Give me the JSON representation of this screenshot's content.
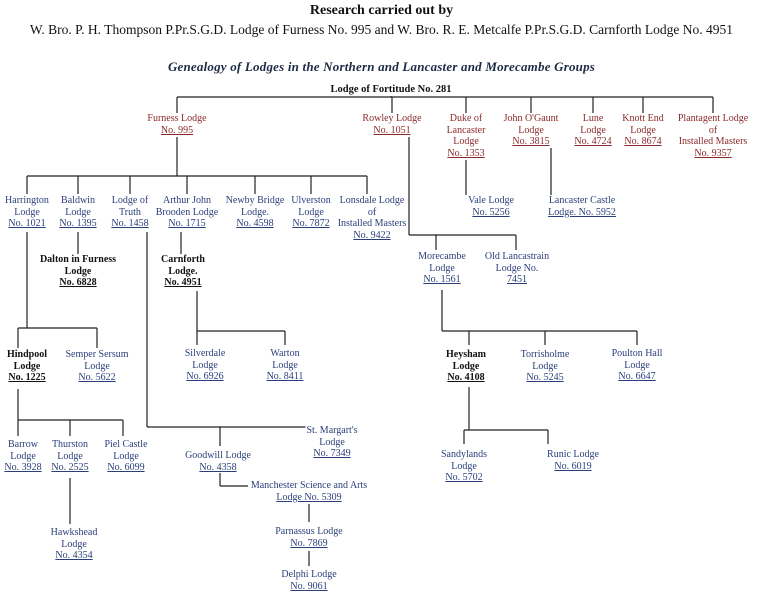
{
  "header": {
    "title": "Research carried out by",
    "authors": "W. Bro. P. H. Thompson P.Pr.S.G.D. Lodge of Furness No. 995 and W. Bro. R. E. Metcalfe P.Pr.S.G.D. Carnforth Lodge No. 4951",
    "chart_title": "Genealogy of Lodges in the Northern and Lancaster and Morecambe Groups"
  },
  "nodes": {
    "fortitude": {
      "lines": [
        "Lodge of Fortitude No. 281"
      ]
    },
    "furness": {
      "lines": [
        "Furness Lodge"
      ],
      "num": "No. 995"
    },
    "rowley": {
      "lines": [
        "Rowley Lodge"
      ],
      "num": "No. 1051"
    },
    "duke": {
      "lines": [
        "Duke of",
        "Lancaster",
        "Lodge"
      ],
      "num": "No. 1353"
    },
    "johngaunt": {
      "lines": [
        "John O'Gaunt",
        "Lodge"
      ],
      "num": "No. 3815"
    },
    "lune": {
      "lines": [
        "Lune",
        "Lodge"
      ],
      "num": "No. 4724"
    },
    "knottend": {
      "lines": [
        "Knott End",
        "Lodge"
      ],
      "num": "No. 8674"
    },
    "plantagent": {
      "lines": [
        "Plantagent Lodge",
        "of",
        "Installed Masters"
      ],
      "num": "No. 9357"
    },
    "vale": {
      "lines": [
        "Vale Lodge"
      ],
      "num": "No. 5256"
    },
    "lancastle": {
      "lines": [
        "Lancaster Castle"
      ],
      "num": "Lodge. No. 5952"
    },
    "harrington": {
      "lines": [
        "Harrington",
        "Lodge"
      ],
      "num": "No. 1021"
    },
    "baldwin": {
      "lines": [
        "Baldwin",
        "Lodge"
      ],
      "num": "No. 1395"
    },
    "truth": {
      "lines": [
        "Lodge of",
        "Truth"
      ],
      "num": "No. 1458"
    },
    "arthur": {
      "lines": [
        "Arthur John",
        "Brooden Lodge"
      ],
      "num": "No. 1715"
    },
    "newby": {
      "lines": [
        "Newby Bridge",
        "Lodge."
      ],
      "num": "No. 4598"
    },
    "ulverston": {
      "lines": [
        "Ulverston",
        "Lodge"
      ],
      "num": "No. 7872"
    },
    "lonsdale": {
      "lines": [
        "Lonsdale Lodge",
        "of",
        "Installed Masters"
      ],
      "num": "No. 9422"
    },
    "dalton": {
      "lines": [
        "Dalton in Furness",
        "Lodge"
      ],
      "num": "No. 6828"
    },
    "carnforth": {
      "lines": [
        "Carnforth",
        "Lodge."
      ],
      "num": "No. 4951"
    },
    "morecambe": {
      "lines": [
        "Morecambe",
        "Lodge"
      ],
      "num": "No. 1561"
    },
    "oldlanc": {
      "lines": [
        "Old Lancastrain",
        "Lodge No."
      ],
      "num": "7451"
    },
    "hindpool": {
      "lines": [
        "Hindpool",
        "Lodge"
      ],
      "num": "No. 1225"
    },
    "semper": {
      "lines": [
        "Semper Sersum",
        "Lodge"
      ],
      "num": "No. 5622"
    },
    "silverdale": {
      "lines": [
        "Silverdale",
        "Lodge"
      ],
      "num": "No. 6926"
    },
    "warton": {
      "lines": [
        "Warton",
        "Lodge"
      ],
      "num": "No. 8411"
    },
    "heysham": {
      "lines": [
        "Heysham",
        "Lodge"
      ],
      "num": "No. 4108"
    },
    "torrisholme": {
      "lines": [
        "Torrisholme",
        "Lodge"
      ],
      "num": "No. 5245"
    },
    "poulton": {
      "lines": [
        "Poulton Hall",
        "Lodge"
      ],
      "num": "No. 6647"
    },
    "barrow": {
      "lines": [
        "Barrow",
        "Lodge"
      ],
      "num": "No. 3928"
    },
    "thurston": {
      "lines": [
        "Thurston",
        "Lodge"
      ],
      "num": "No. 2525"
    },
    "piel": {
      "lines": [
        "Piel Castle",
        "Lodge"
      ],
      "num": "No. 6099"
    },
    "stmargaret": {
      "lines": [
        "St. Margart's",
        "Lodge"
      ],
      "num": "No. 7349"
    },
    "goodwill": {
      "lines": [
        "Goodwill Lodge"
      ],
      "num": "No. 4358"
    },
    "manchester": {
      "lines": [
        "Manchester Science and Arts"
      ],
      "num": "Lodge No. 5309"
    },
    "parnassus": {
      "lines": [
        "Parnassus Lodge"
      ],
      "num": "No. 7869"
    },
    "delphi": {
      "lines": [
        "Delphi Lodge"
      ],
      "num": "No. 9061"
    },
    "sandylands": {
      "lines": [
        "Sandylands",
        "Lodge"
      ],
      "num": "No. 5702"
    },
    "runic": {
      "lines": [
        "Runic Lodge"
      ],
      "num": "No. 6019"
    },
    "hawkshead": {
      "lines": [
        "Hawkshead",
        "Lodge"
      ],
      "num": "No. 4354"
    }
  }
}
